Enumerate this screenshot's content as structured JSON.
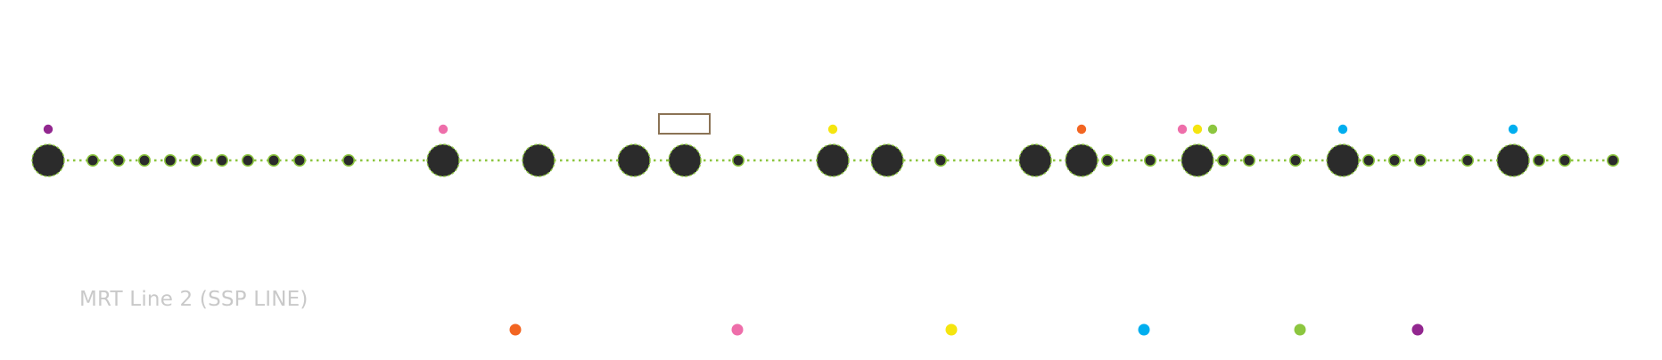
{
  "line": {
    "title": "MRT Line 2 (SSP LINE)",
    "line_color": "#8cc63f",
    "station_fill": "#2b2b2b",
    "title_color": "#c9c9c9",
    "marker_color": "#8b7355"
  },
  "colors": {
    "purple": "#92278f",
    "pink": "#ee6eaa",
    "yellow": "#f5e50f",
    "orange": "#f26522",
    "green": "#8cc63f",
    "blue": "#00aeef"
  },
  "stations": [
    {
      "kind": "interchange",
      "interchanges": [
        "purple"
      ]
    },
    {
      "kind": "regular"
    },
    {
      "kind": "regular"
    },
    {
      "kind": "regular"
    },
    {
      "kind": "regular"
    },
    {
      "kind": "regular"
    },
    {
      "kind": "regular"
    },
    {
      "kind": "regular"
    },
    {
      "kind": "regular"
    },
    {
      "kind": "regular"
    },
    {
      "kind": "regular"
    },
    {
      "kind": "interchange",
      "interchanges": [
        "pink"
      ]
    },
    {
      "kind": "major"
    },
    {
      "kind": "major"
    },
    {
      "kind": "major",
      "marker": "rectangle"
    },
    {
      "kind": "regular"
    },
    {
      "kind": "interchange",
      "interchanges": [
        "yellow"
      ]
    },
    {
      "kind": "major"
    },
    {
      "kind": "regular"
    },
    {
      "kind": "major"
    },
    {
      "kind": "interchange",
      "interchanges": [
        "orange"
      ]
    },
    {
      "kind": "regular"
    },
    {
      "kind": "regular"
    },
    {
      "kind": "interchange",
      "interchanges": [
        "pink",
        "yellow",
        "green"
      ]
    },
    {
      "kind": "regular"
    },
    {
      "kind": "regular"
    },
    {
      "kind": "regular"
    },
    {
      "kind": "interchange",
      "interchanges": [
        "blue"
      ]
    },
    {
      "kind": "regular"
    },
    {
      "kind": "regular"
    },
    {
      "kind": "regular"
    },
    {
      "kind": "regular"
    },
    {
      "kind": "interchange",
      "interchanges": [
        "blue"
      ]
    },
    {
      "kind": "regular"
    },
    {
      "kind": "regular"
    },
    {
      "kind": "regular"
    },
    {
      "kind": "interchange",
      "interchanges": [
        "blue"
      ]
    }
  ],
  "legend_dots": [
    "orange",
    "pink",
    "yellow",
    "blue",
    "green",
    "purple"
  ]
}
